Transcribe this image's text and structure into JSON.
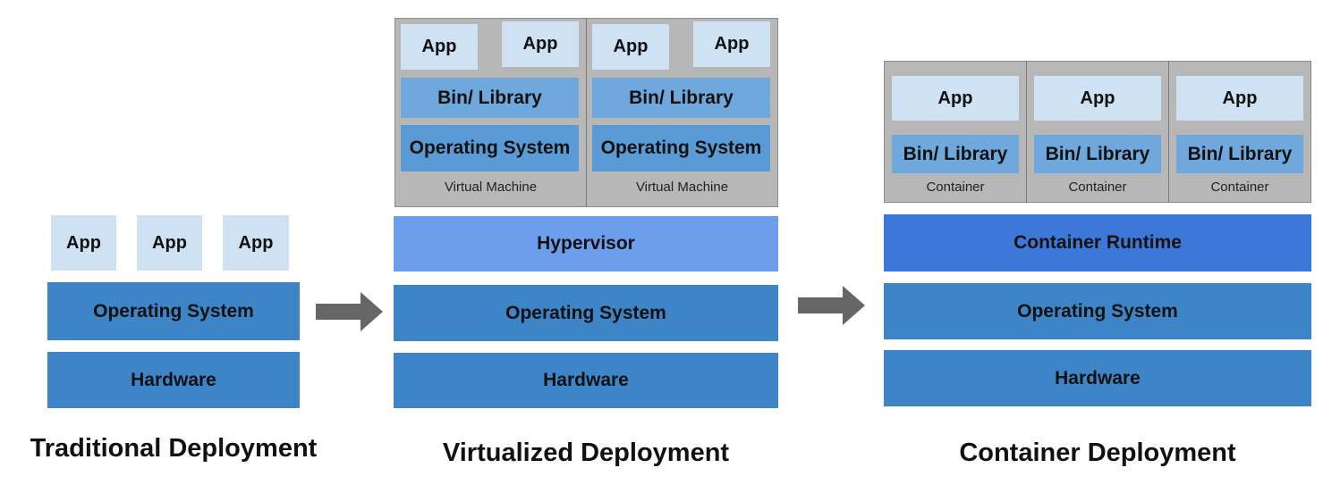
{
  "traditional": {
    "apps": [
      "App",
      "App",
      "App"
    ],
    "os": "Operating System",
    "hardware": "Hardware",
    "caption": "Traditional Deployment"
  },
  "virtualized": {
    "vms": [
      {
        "apps": [
          "App",
          "App"
        ],
        "bin": "Bin/ Library",
        "os": "Operating System",
        "label": "Virtual Machine"
      },
      {
        "apps": [
          "App",
          "App"
        ],
        "bin": "Bin/ Library",
        "os": "Operating System",
        "label": "Virtual Machine"
      }
    ],
    "hypervisor": "Hypervisor",
    "os": "Operating System",
    "hardware": "Hardware",
    "caption": "Virtualized Deployment"
  },
  "container": {
    "containers": [
      {
        "app": "App",
        "bin": "Bin/ Library",
        "label": "Container"
      },
      {
        "app": "App",
        "bin": "Bin/ Library",
        "label": "Container"
      },
      {
        "app": "App",
        "bin": "Bin/ Library",
        "label": "Container"
      }
    ],
    "runtime": "Container Runtime",
    "os": "Operating System",
    "hardware": "Hardware",
    "caption": "Container Deployment"
  },
  "arrows": [
    {
      "icon": "right-arrow-icon"
    },
    {
      "icon": "right-arrow-icon"
    }
  ],
  "colors": {
    "app": "#cfe2f3",
    "os": "#3d85c6",
    "bin_library": "#6fa8dc",
    "hypervisor": "#6d9eeb",
    "container_runtime": "#3c78d8",
    "frame": "#b7b7b7",
    "arrow": "#666666"
  }
}
